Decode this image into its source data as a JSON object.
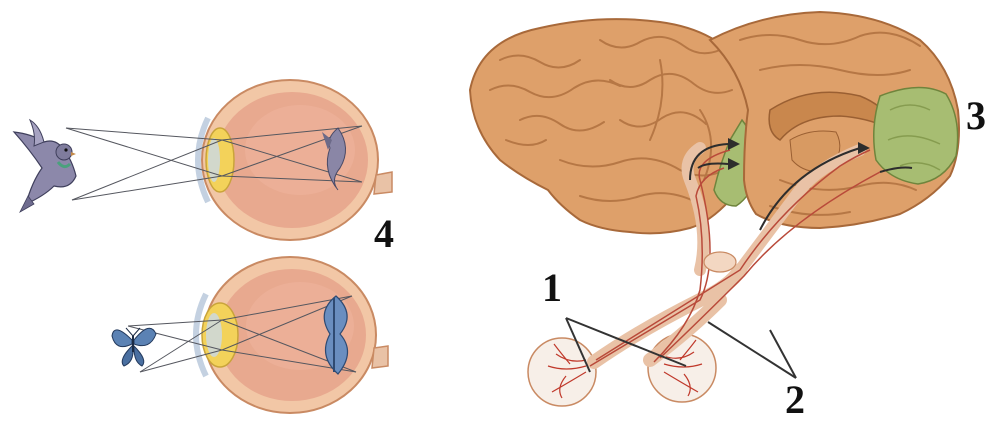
{
  "labels": {
    "one": "1",
    "two": "2",
    "three": "3",
    "four": "4"
  },
  "colors": {
    "cortex": "#dea06a",
    "cortex_shade": "#c9874d",
    "visual_cortex": "#a7bd72",
    "eye_interior": "#e8a98f",
    "sclera": "#f2c7a6",
    "lens": "#f3d25a",
    "nerve": "#e9c2a6",
    "pathway": "#b94a3a",
    "ray": "#55575f",
    "pigeon": "#7a7d9b",
    "butterfly": "#4f77a8"
  },
  "icons": {
    "pigeon": "pigeon-icon",
    "butterfly": "butterfly-icon"
  }
}
